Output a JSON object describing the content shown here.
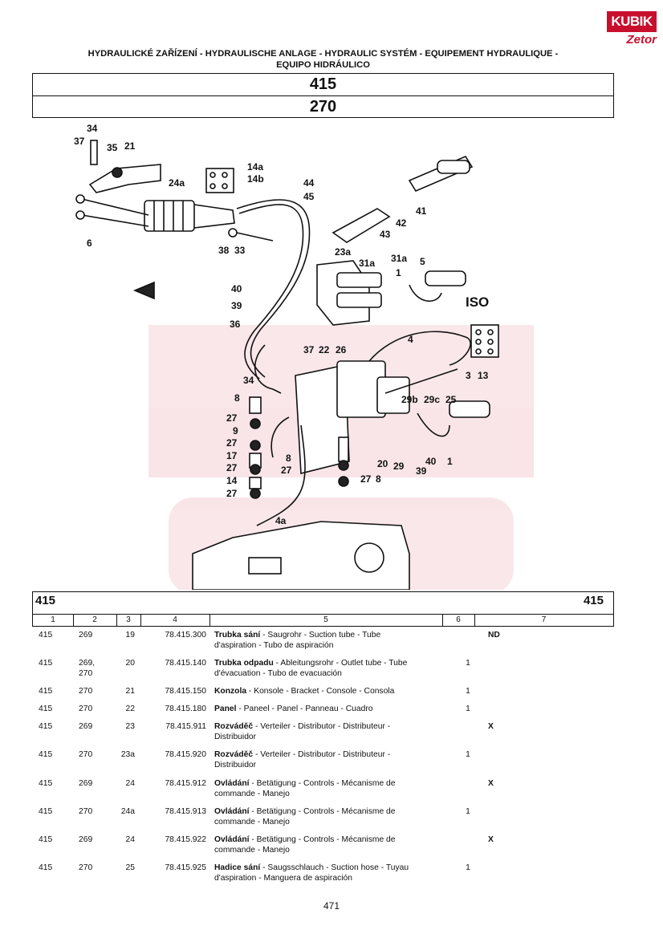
{
  "logo": {
    "brand_top": "KUBIK",
    "brand_bottom": "Zetor"
  },
  "header": {
    "title_line1": "HYDRAULICKÉ ZAŘÍZENÍ - HYDRAULISCHE ANLAGE - HYDRAULIC SYSTÉM - EQUIPEMENT HYDRAULIQUE -",
    "title_line2": "EQUIPO HIDRÁULICO",
    "code_1": "415",
    "code_2": "270"
  },
  "diagram": {
    "iso_label": "ISO",
    "labels": [
      "34",
      "37",
      "35",
      "21",
      "14a",
      "14b",
      "24a",
      "44",
      "45",
      "6",
      "38",
      "33",
      "42",
      "41",
      "43",
      "23a",
      "31a",
      "31a",
      "5",
      "1",
      "40",
      "39",
      "36",
      "4",
      "37",
      "22",
      "26",
      "3",
      "13",
      "34",
      "8",
      "29b",
      "29c",
      "25",
      "27",
      "9",
      "27",
      "17",
      "8",
      "27",
      "27",
      "14",
      "27",
      "20",
      "29",
      "40",
      "39",
      "1",
      "27",
      "8",
      "4a"
    ]
  },
  "table": {
    "group_left": "415",
    "group_right": "415",
    "col_headers": [
      "1",
      "2",
      "3",
      "4",
      "5",
      "6",
      "7"
    ],
    "rows": [
      {
        "c1": "415",
        "c2": "269",
        "c3": "19",
        "c4": "78.415.300",
        "name": "Trubka sání",
        "desc1": " - Saugrohr - Suction tube - Tube",
        "desc2": "d'aspiration - Tubo de aspiración",
        "c6": "",
        "c7": "ND"
      },
      {
        "c1": "415",
        "c2": "269,",
        "c2b": "270",
        "c3": "20",
        "c4": "78.415.140",
        "name": "Trubka odpadu",
        "desc1": " - Ableitungsrohr - Outlet tube - Tube",
        "desc2": "d'évacuation - Tubo de evacuación",
        "c6": "1",
        "c7": ""
      },
      {
        "c1": "415",
        "c2": "270",
        "c3": "21",
        "c4": "78.415.150",
        "name": "Konzola",
        "desc1": " - Konsole - Bracket - Console - Consola",
        "desc2": "",
        "c6": "1",
        "c7": ""
      },
      {
        "c1": "415",
        "c2": "270",
        "c3": "22",
        "c4": "78.415.180",
        "name": "Panel",
        "desc1": " - Paneel - Panel - Panneau - Cuadro",
        "desc2": "",
        "c6": "1",
        "c7": ""
      },
      {
        "c1": "415",
        "c2": "269",
        "c3": "23",
        "c4": "78.415.911",
        "name": "Rozváděč",
        "desc1": " - Verteiler - Distributor - Distributeur -",
        "desc2": "Distribuidor",
        "c6": "",
        "c7": "X"
      },
      {
        "c1": "415",
        "c2": "270",
        "c3": "23a",
        "c4": "78.415.920",
        "name": "Rozváděč",
        "desc1": " - Verteiler - Distributor - Distributeur -",
        "desc2": "Distribuidor",
        "c6": "1",
        "c7": ""
      },
      {
        "c1": "415",
        "c2": "269",
        "c3": "24",
        "c4": "78.415.912",
        "name": "Ovládání",
        "desc1": " - Betätigung - Controls - Mécanisme de",
        "desc2": "commande - Manejo",
        "c6": "",
        "c7": "X"
      },
      {
        "c1": "415",
        "c2": "270",
        "c3": "24a",
        "c4": "78.415.913",
        "name": "Ovládání",
        "desc1": " - Betätigung - Controls - Mécanisme de",
        "desc2": "commande - Manejo",
        "c6": "1",
        "c7": ""
      },
      {
        "c1": "415",
        "c2": "269",
        "c3": "24",
        "c4": "78.415.922",
        "name": "Ovládání",
        "desc1": " - Betätigung - Controls - Mécanisme de",
        "desc2": "commande - Manejo",
        "c6": "",
        "c7": "X"
      },
      {
        "c1": "415",
        "c2": "270",
        "c3": "25",
        "c4": "78.415.925",
        "name": "Hadice sání",
        "desc1": " - Saugsschlauch - Suction hose - Tuyau",
        "desc2": "d'aspiration - Manguera de aspiración",
        "c6": "1",
        "c7": ""
      }
    ]
  },
  "footer": {
    "page_number": "471"
  }
}
